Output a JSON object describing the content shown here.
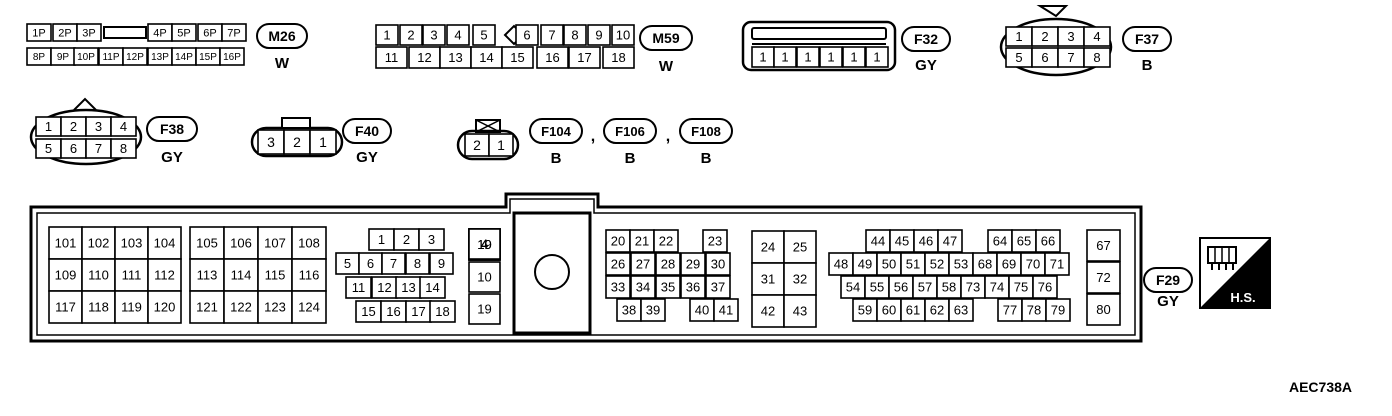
{
  "figure_code": "AEC738A",
  "connectors": {
    "m26": {
      "id": "M26",
      "color": "W",
      "row1": [
        "1P",
        "2P",
        "3P",
        "",
        "4P",
        "5P",
        "6P",
        "7P"
      ],
      "row2": [
        "8P",
        "9P",
        "10P",
        "11P",
        "12P",
        "13P",
        "14P",
        "15P",
        "16P"
      ]
    },
    "m59": {
      "id": "M59",
      "color": "W",
      "row1": [
        "1",
        "2",
        "3",
        "4",
        "5",
        "",
        "6",
        "7",
        "8",
        "9",
        "10"
      ],
      "row2": [
        "11",
        "12",
        "13",
        "14",
        "15",
        "16",
        "17",
        "18"
      ]
    },
    "f32": {
      "id": "F32",
      "color": "GY",
      "pins": [
        "1",
        "1",
        "1",
        "1",
        "1",
        "1"
      ]
    },
    "f37": {
      "id": "F37",
      "color": "B",
      "row1": [
        "1",
        "2",
        "3",
        "4"
      ],
      "row2": [
        "5",
        "6",
        "7",
        "8"
      ]
    },
    "f38": {
      "id": "F38",
      "color": "GY",
      "row1": [
        "1",
        "2",
        "3",
        "4"
      ],
      "row2": [
        "5",
        "6",
        "7",
        "8"
      ]
    },
    "f40": {
      "id": "F40",
      "color": "GY",
      "pins": [
        "3",
        "2",
        "1"
      ]
    },
    "f104": {
      "id": "F104",
      "color": "B",
      "pins": [
        "2",
        "1"
      ]
    },
    "f106": {
      "id": "F106",
      "color": "B"
    },
    "f108": {
      "id": "F108",
      "color": "B"
    },
    "separator": ",",
    "f29": {
      "id": "F29",
      "color": "GY",
      "g1": [
        [
          "101",
          "102",
          "103",
          "104"
        ],
        [
          "109",
          "110",
          "111",
          "112"
        ],
        [
          "117",
          "118",
          "119",
          "120"
        ]
      ],
      "g2": [
        [
          "105",
          "106",
          "107",
          "108"
        ],
        [
          "113",
          "114",
          "115",
          "116"
        ],
        [
          "121",
          "122",
          "123",
          "124"
        ]
      ],
      "g3": [
        [
          "1",
          "2",
          "3"
        ],
        [
          "5",
          "6",
          "7",
          "8",
          "9"
        ],
        [
          "11",
          "12",
          "13",
          "14"
        ],
        [
          "15",
          "16",
          "17",
          "18"
        ]
      ],
      "g4": [
        "4",
        "10",
        "19"
      ],
      "g5": [
        [
          "20",
          "21",
          "22",
          "",
          "23"
        ],
        [
          "26",
          "27",
          "28",
          "29",
          "30"
        ],
        [
          "33",
          "34",
          "35",
          "36",
          "37"
        ],
        [
          "38",
          "39",
          "",
          "40",
          "41"
        ]
      ],
      "g6": [
        [
          "24",
          "25"
        ],
        [
          "31",
          "32"
        ],
        [
          "42",
          "43"
        ]
      ],
      "g7": [
        [
          "44",
          "45",
          "46",
          "47",
          "",
          "",
          "64",
          "65",
          "66"
        ],
        [
          "48",
          "49",
          "50",
          "51",
          "52",
          "53",
          "68",
          "69",
          "70",
          "71"
        ],
        [
          "54",
          "55",
          "56",
          "57",
          "58",
          "73",
          "74",
          "75",
          "76"
        ],
        [
          "59",
          "60",
          "61",
          "62",
          "63",
          "",
          "77",
          "78",
          "79"
        ]
      ],
      "g8": [
        "67",
        "72",
        "80"
      ]
    }
  },
  "hs_label": "H.S."
}
